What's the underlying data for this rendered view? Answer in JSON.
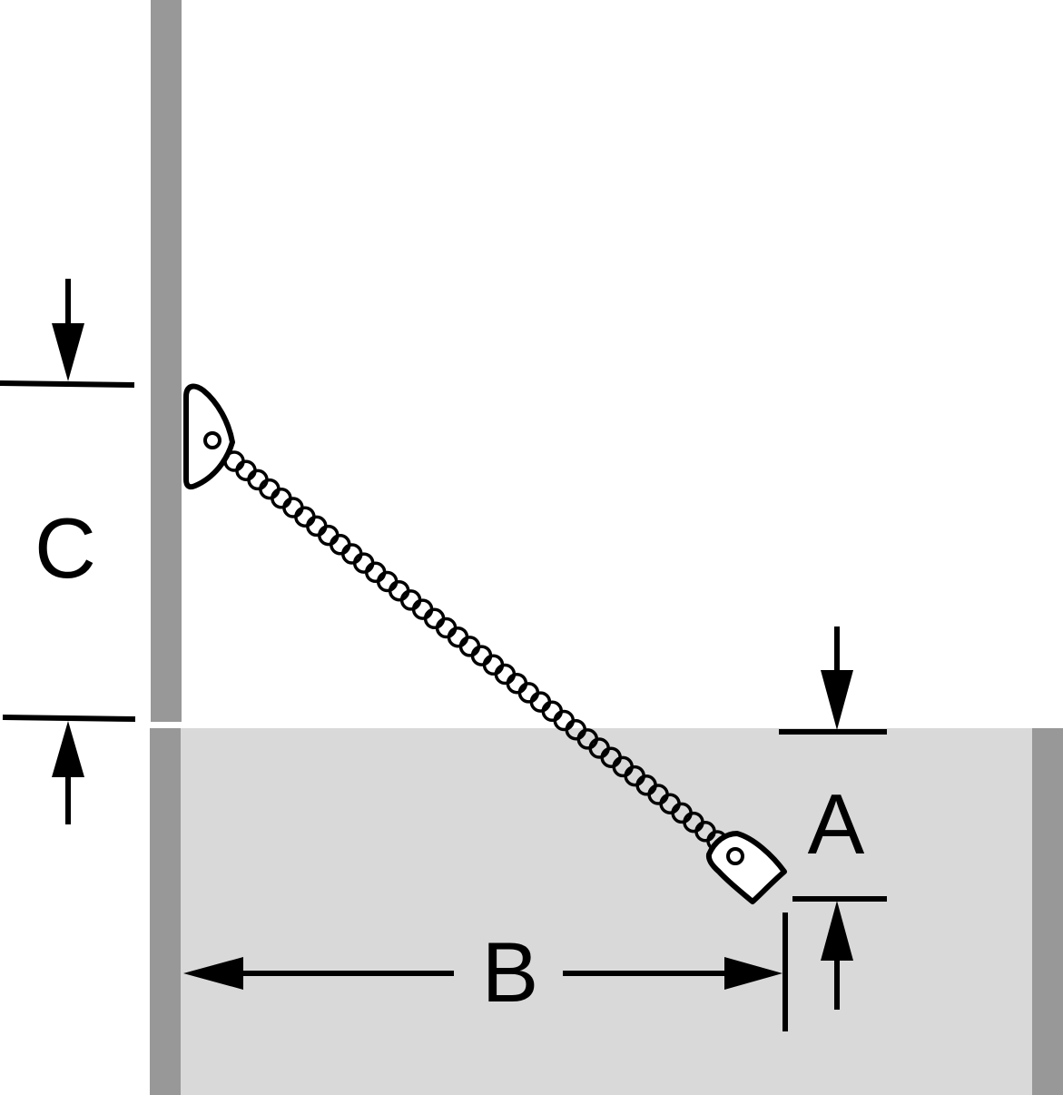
{
  "diagram": {
    "labels": {
      "a": "A",
      "b": "B",
      "c": "C"
    },
    "colors": {
      "wall": "#989898",
      "floor_fill": "#d9d9d9",
      "line": "#000000",
      "background": "#ffffff"
    },
    "components": {
      "spring": "coil-spring",
      "upper_mount": "wall-bracket",
      "lower_mount": "end-bracket"
    }
  }
}
